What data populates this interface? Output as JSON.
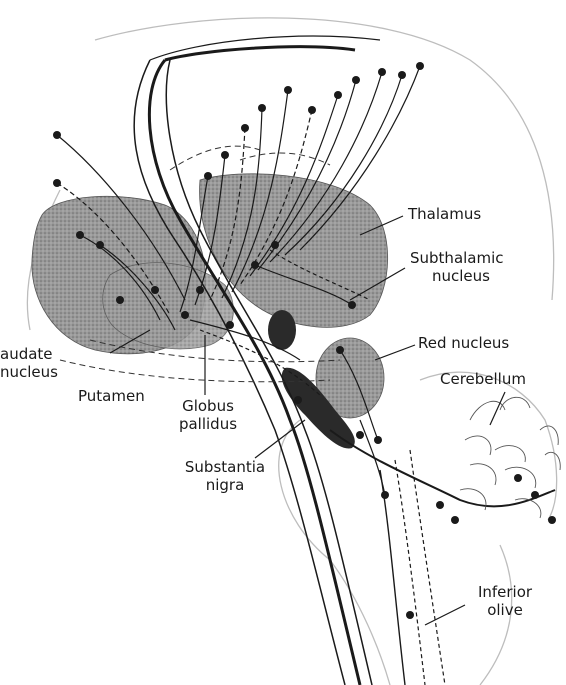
{
  "labels": {
    "thalamus": "Thalamus",
    "subthalamic_nucleus": [
      "Subthalamic",
      "nucleus"
    ],
    "red_nucleus": "Red nucleus",
    "cerebellum": "Cerebellum",
    "caudate_nucleus": [
      "audate",
      "nucleus"
    ],
    "putamen": "Putamen",
    "globus_pallidus": [
      "Globus",
      "pallidus"
    ],
    "substantia_nigra": [
      "Substantia",
      "nigra"
    ],
    "inferior_olive": [
      "Inferior",
      "olive"
    ]
  },
  "colors": {
    "ink": "#1a1a1a",
    "shaded_region": "#8c8c8c",
    "dark_nucleus": "#2a2a2a",
    "faint_outline": "#bdbdbd",
    "background": "#ffffff"
  },
  "icons": {
    "neuron_terminal": "filled-dot"
  }
}
